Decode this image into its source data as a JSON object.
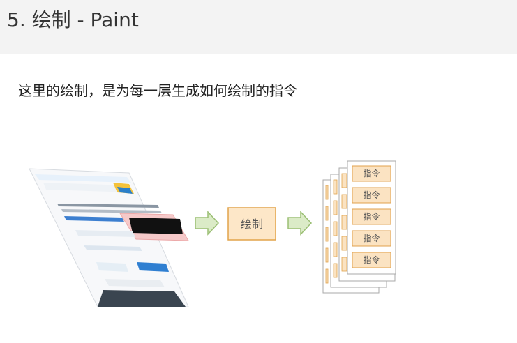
{
  "header": {
    "title": "5. 绘制 - Paint"
  },
  "intro": "这里的绘制，是为每一层生成如何绘制的指令",
  "diagram": {
    "step_label": "绘制",
    "instruction_label": "指令",
    "colors": {
      "step_fill": "#fde7c8",
      "step_stroke": "#e2a44a",
      "arrow_fill": "#dbebc7",
      "arrow_stroke": "#9bbf74",
      "card_fill": "#fbe3c2",
      "card_stroke": "#e0a24c"
    }
  }
}
